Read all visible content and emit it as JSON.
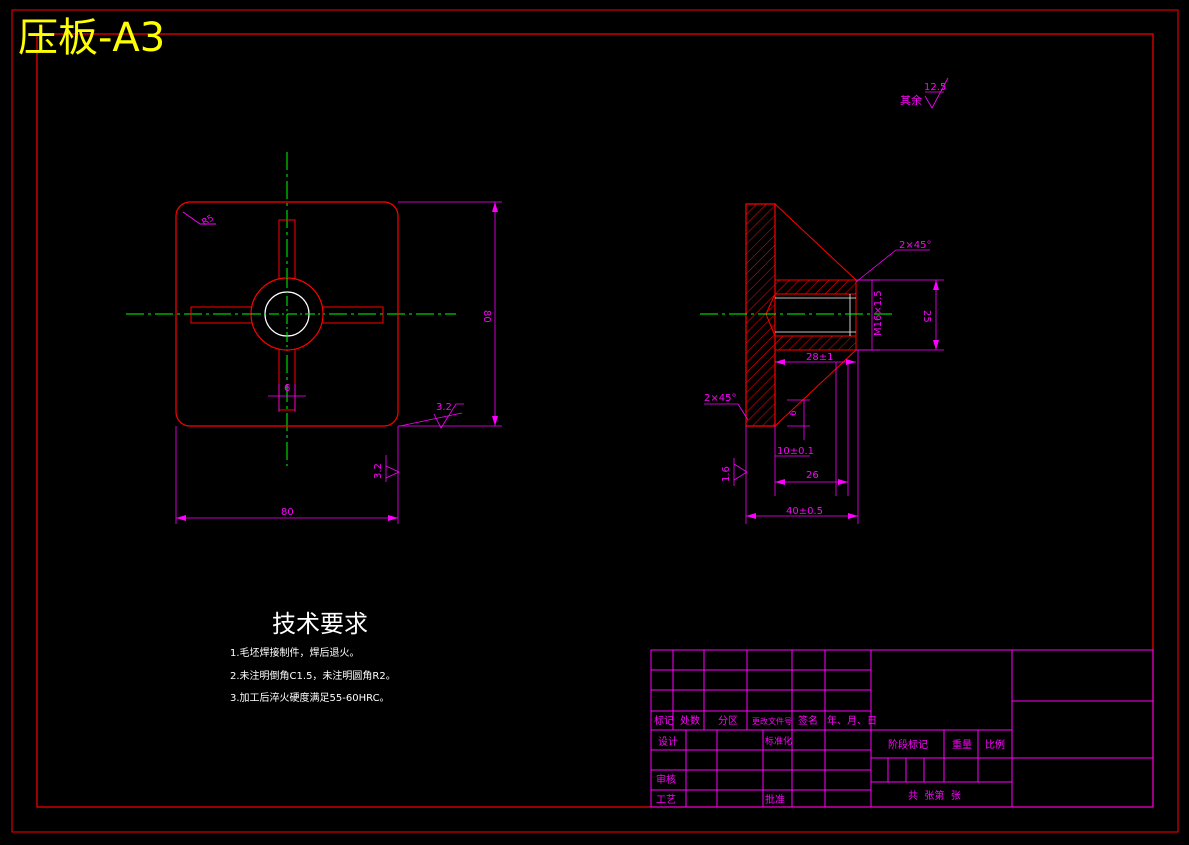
{
  "drawing_title": "压板-A3",
  "colors": {
    "frame": "#ff0000",
    "dimension": "#ff00ff",
    "centerline": "#00ff00",
    "outline": "#ffffff",
    "title": "#ffff00",
    "section": "#ff0000"
  },
  "front_view": {
    "radius_label": "R5",
    "slot_width_label": "6",
    "height_label": "80",
    "width_label": "80",
    "roughness_right": "3.2",
    "roughness_bottom": "3.2"
  },
  "side_view": {
    "chamfer_top": "2×45°",
    "chamfer_left": "2×45°",
    "thread_label": "M16×1.5",
    "diameter_label": "25",
    "depth_label": "28±1",
    "small_label": "6",
    "step_label": "10±0.1",
    "length_label": "26",
    "total_label": "40±0.5",
    "roughness_left": "1.6"
  },
  "roughness_other": {
    "prefix": "其余",
    "value": "12.5"
  },
  "tech_requirements": {
    "title": "技术要求",
    "items": [
      "1.毛坯焊接制件，焊后退火。",
      "2.未注明倒角C1.5，未注明圆角R2。",
      "3.加工后淬火硬度满足55-60HRC。"
    ]
  },
  "title_block": {
    "header_row": [
      "标记",
      "处数",
      "分区",
      "更改文件号",
      "签名",
      "年、月、日"
    ],
    "design": "设计",
    "standardize": "标准化",
    "review": "审核",
    "process": "工艺",
    "approve": "批准",
    "stage_mark": "阶段标记",
    "weight": "重量",
    "scale": "比例",
    "sheets": "共  张第  张"
  }
}
